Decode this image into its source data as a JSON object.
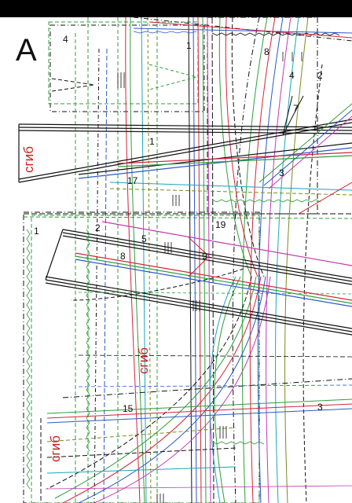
{
  "sheet": {
    "letter": "А",
    "fold_label": "сгиб",
    "colors": {
      "fold_text": "#cc1f1f",
      "black": "#111111",
      "green": "#2e9e3a",
      "red": "#d3243a",
      "blue": "#2b58c9",
      "magenta": "#c23bb0",
      "cyan": "#19a7b7",
      "olive": "#7a8b1f"
    },
    "piece_numbers": [
      "4",
      "1",
      "8",
      "4",
      "2",
      "7",
      "1",
      "3",
      "17",
      "1",
      "2",
      "5",
      "19",
      "8",
      "9",
      "15",
      "3"
    ]
  }
}
